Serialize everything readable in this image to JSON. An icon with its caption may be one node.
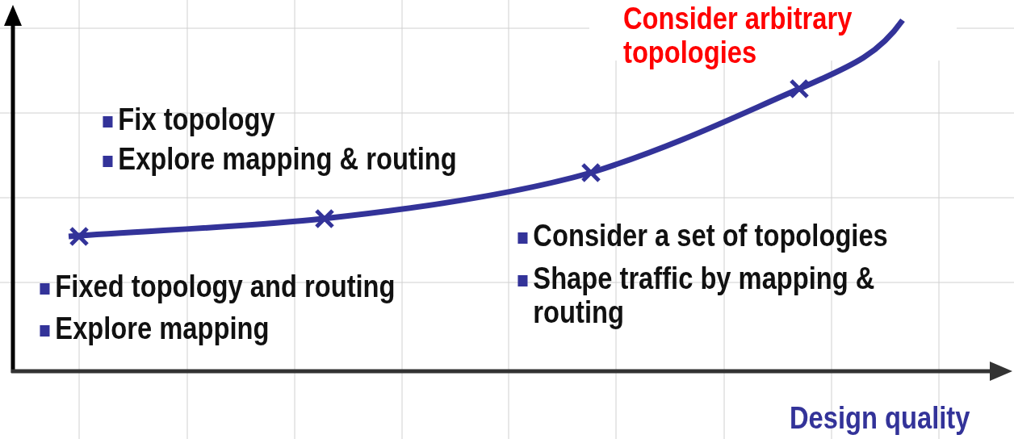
{
  "diagram": {
    "labels": [
      "Consider arbitrary topologies",
      "Fix topology",
      "Explore mapping & routing",
      "Consider a set of topologies",
      "Shape traffic by mapping & routing",
      "Fixed topology and routing",
      "Explore mapping",
      "Design quality"
    ]
  }
}
